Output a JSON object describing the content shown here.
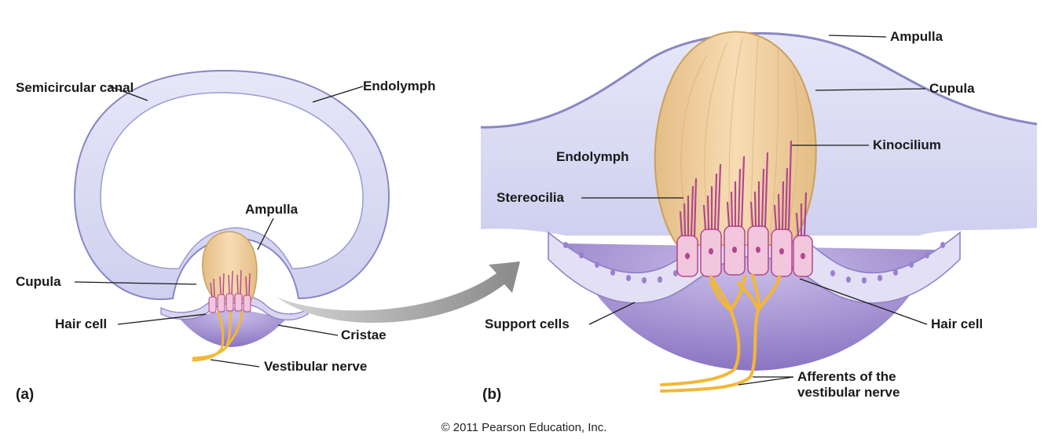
{
  "panel_a": {
    "letter": "(a)",
    "labels": {
      "semicircular_canal": "Semicircular canal",
      "endolymph": "Endolymph",
      "ampulla": "Ampulla",
      "cupula": "Cupula",
      "hair_cell": "Hair cell",
      "cristae": "Cristae",
      "vestibular_nerve": "Vestibular nerve"
    }
  },
  "panel_b": {
    "letter": "(b)",
    "labels": {
      "ampulla": "Ampulla",
      "cupula": "Cupula",
      "endolymph": "Endolymph",
      "kinocilium": "Kinocilium",
      "stereocilia": "Stereocilia",
      "support_cells": "Support cells",
      "hair_cell": "Hair cell",
      "afferents": "Afferents of the vestibular nerve"
    }
  },
  "copyright": "© 2011 Pearson Education, Inc.",
  "colors": {
    "canal_fill": "#dadbf3",
    "canal_outline": "#8a87c4",
    "cupula_fill": "#ecc99a",
    "cupula_outline": "#c9a05c",
    "hair_cell": "#f2c6dc",
    "cilia": "#b1478f",
    "nerve": "#f3b735",
    "crista_base": "#9a87cc",
    "arrow": "#8e8e8e"
  }
}
